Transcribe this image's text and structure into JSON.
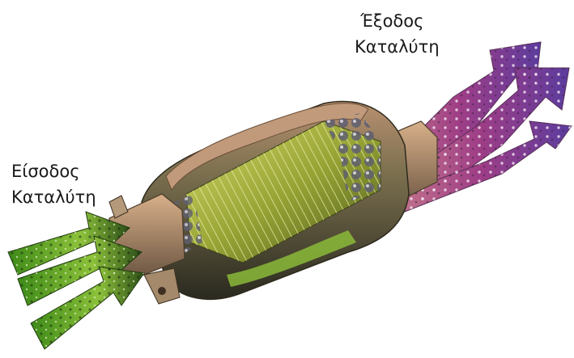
{
  "labels": {
    "inlet": {
      "line1": "Είσοδος",
      "line2": "Καταλύτη"
    },
    "outlet": {
      "line1": "Έξοδος",
      "line2": "Καταλύτη"
    }
  },
  "colors": {
    "inlet_flow": "#4f9a1f",
    "outlet_flow": "#9a3e86",
    "casing": "#6f6a4a",
    "substrate": "#a6b33c",
    "text": "#1a1a1a"
  },
  "flow_arrows": {
    "inlet": [
      "green-gas-stream",
      "green-gas-stream",
      "green-gas-stream"
    ],
    "outlet": [
      "purple-gas-stream",
      "purple-gas-stream",
      "purple-gas-stream"
    ]
  }
}
